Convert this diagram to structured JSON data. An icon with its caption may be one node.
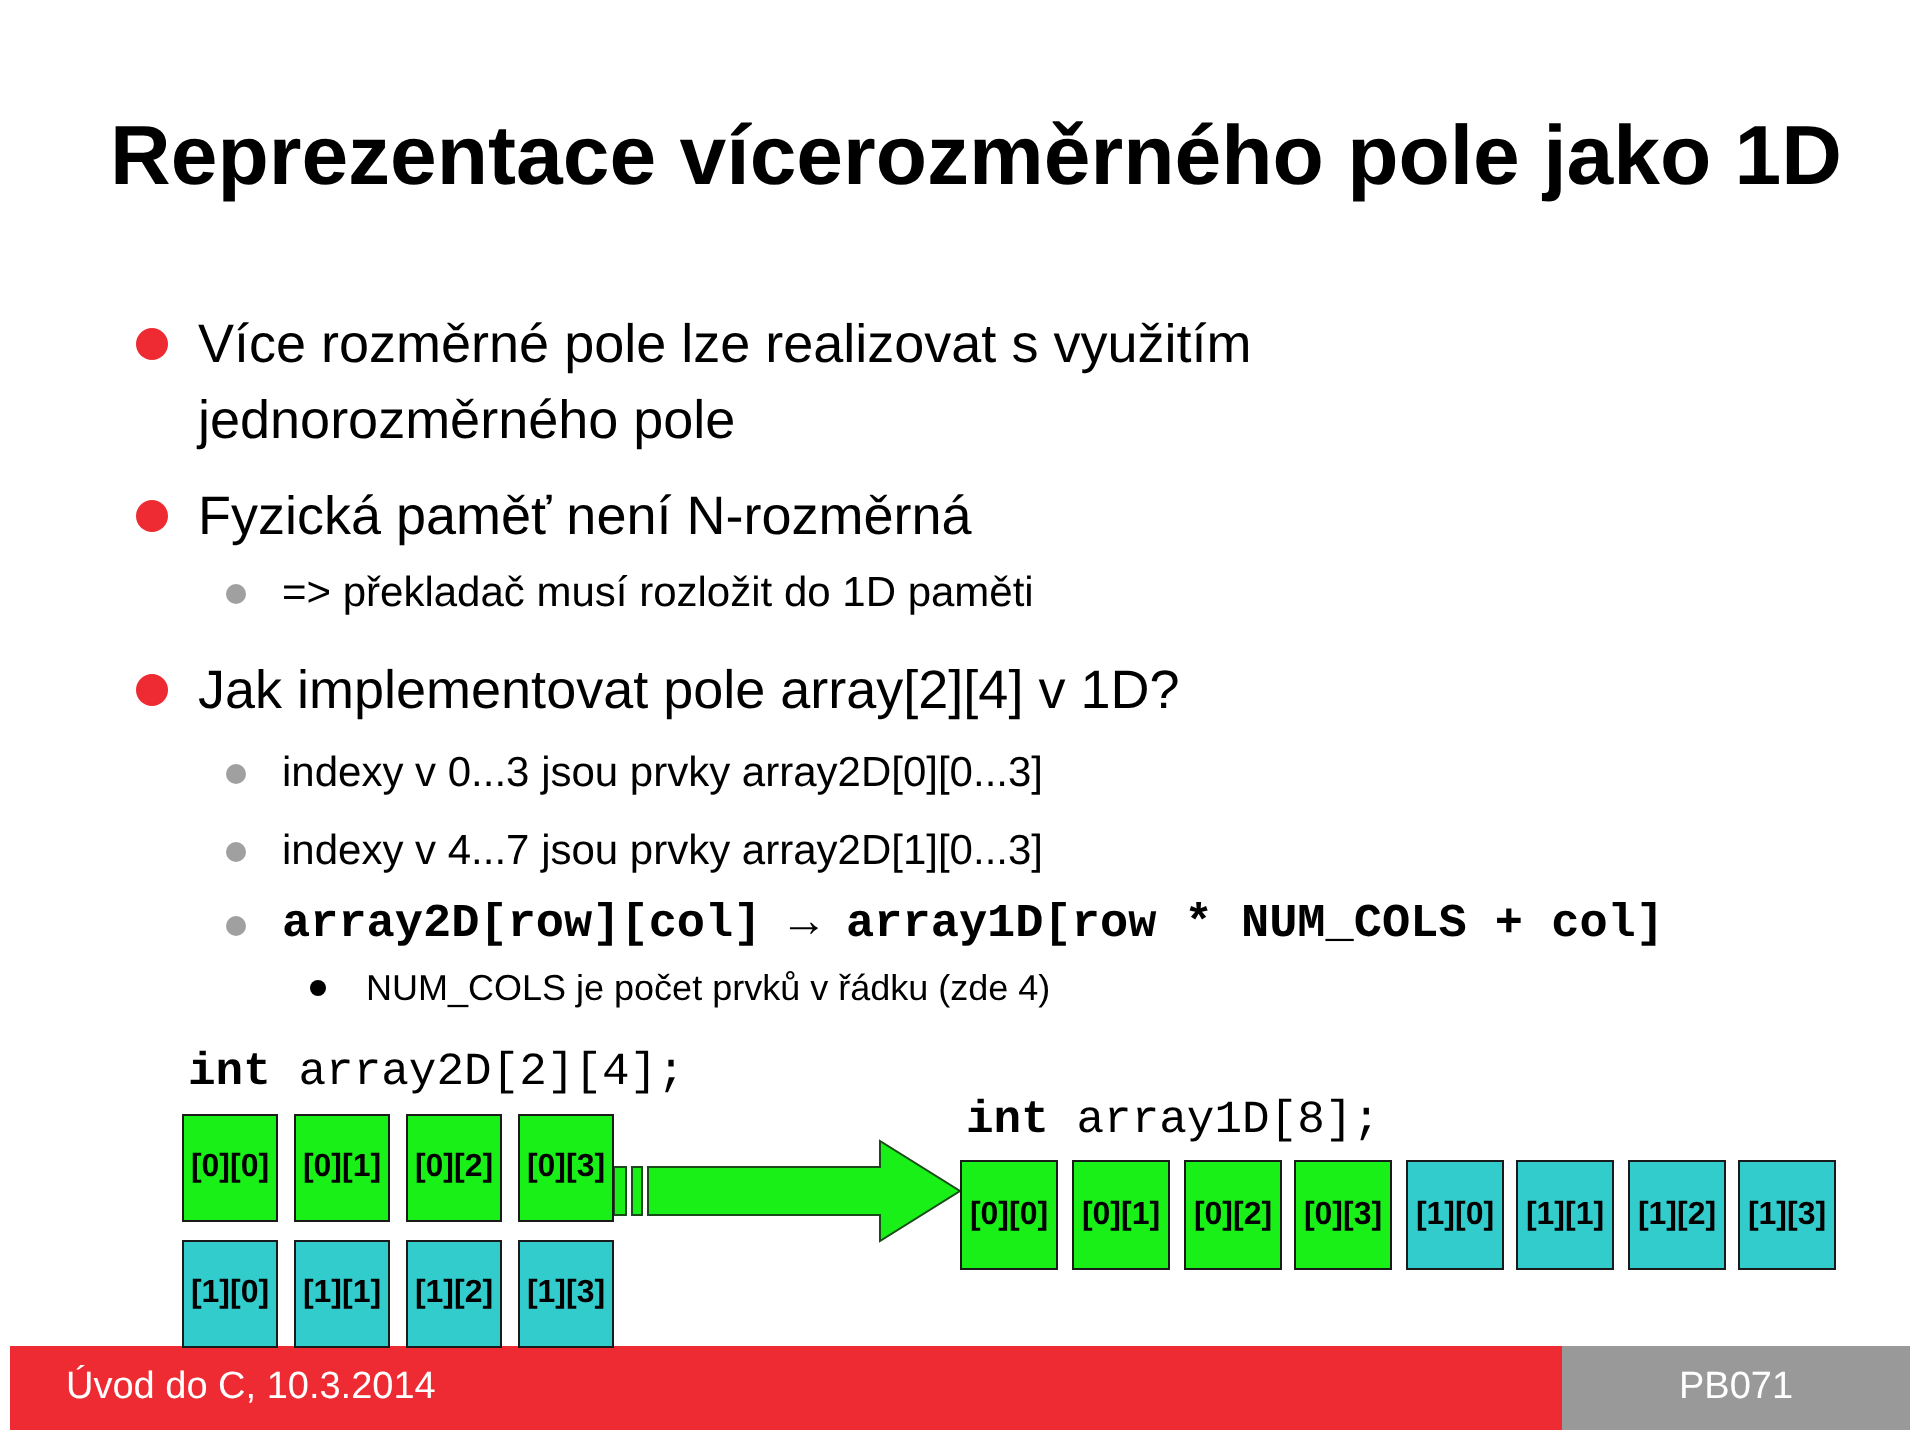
{
  "diagram": {
    "title": "Reprezentace vícerozměrného pole jako 1D",
    "nodes": [
      {
        "text": [
          "[0][0]"
        ]
      },
      {
        "text": [
          "[0][1]"
        ]
      },
      {
        "text": [
          "[0][2]"
        ]
      },
      {
        "text": [
          "[0][3]"
        ]
      },
      {
        "text": [
          "[1][0]"
        ]
      },
      {
        "text": [
          "[1][1]"
        ]
      },
      {
        "text": [
          "[1][2]"
        ]
      },
      {
        "text": [
          "[1][3]"
        ]
      },
      {
        "text": [
          "[0][0]"
        ]
      },
      {
        "text": [
          "[0][1]"
        ]
      },
      {
        "text": [
          "[0][2]"
        ]
      },
      {
        "text": [
          "[0][3]"
        ]
      },
      {
        "text": [
          "[1][0]"
        ]
      },
      {
        "text": [
          "[1][1]"
        ]
      },
      {
        "text": [
          "[1][2]"
        ]
      },
      {
        "text": [
          "[1][3]"
        ]
      }
    ],
    "edges": [
      {
        "from": 3,
        "to": 8,
        "arrow": "to",
        "style": "thick"
      }
    ],
    "labels": [
      "Více rozměrné pole lze realizovat s využitím jednorozměrného pole",
      "Fyzická paměť není N-rozměrná",
      "=> překladač musí rozložit do 1D paměti",
      "Jak implementovat pole array[2][4] v 1D?",
      "indexy v 0...3 jsou prvky array2D[0][0...3]",
      "indexy v 4...7 jsou prvky array2D[1][0...3]",
      "array2D[row][col] → array1D[row * NUM_COLS + col]",
      "NUM_COLS je počet prvků v řádku (zde 4)",
      "**int** array2D[2][4];",
      "**int** array1D[8];",
      "Úvod do C, 10.3.2014",
      "PB071"
    ]
  }
}
